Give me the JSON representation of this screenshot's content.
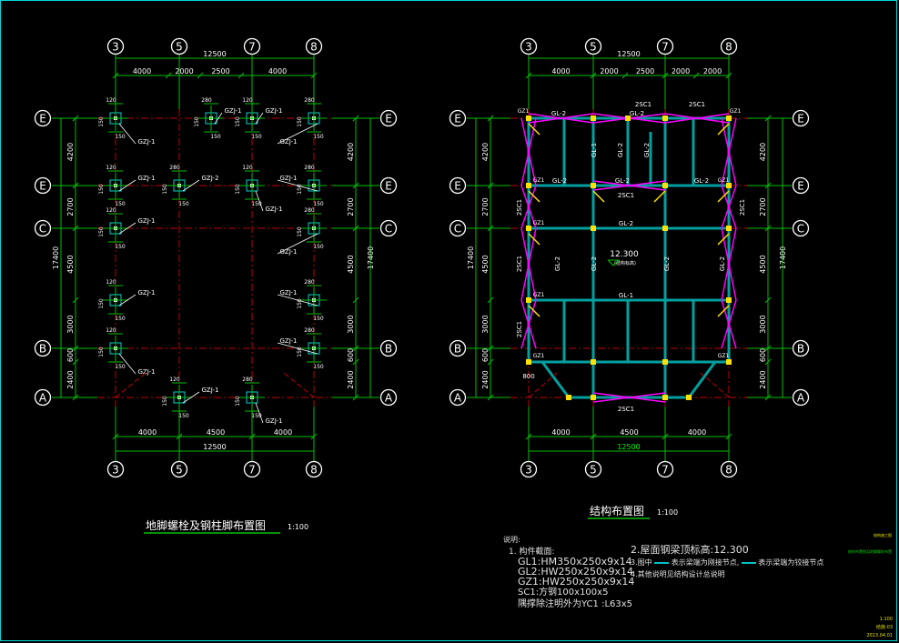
{
  "colors": {
    "grid": "#00c000",
    "axis": "#c00000",
    "bubble": "#ffffff",
    "text": "#ffffff",
    "steel": "#00a0a0",
    "brace": "#ff00ff",
    "node": "#ffe000",
    "title": "#ffffff",
    "titleUnderline": "#00c000"
  },
  "left_plan": {
    "title": "地脚螺栓及钢柱脚布置图",
    "scale": "1:100",
    "top_axes": [
      "3",
      "5",
      "7",
      "8"
    ],
    "bottom_axes": [
      "3",
      "5",
      "7",
      "8"
    ],
    "left_axes": [
      "E",
      "E",
      "C",
      "B",
      "A"
    ],
    "right_axes": [
      "E",
      "E",
      "C",
      "B",
      "A"
    ],
    "top_total": "12500",
    "top_dims": [
      "4000",
      "2000",
      "2500",
      "4000"
    ],
    "bottom_dims": [
      "4000",
      "4500",
      "4000"
    ],
    "bottom_total": "12500",
    "left_dims": [
      "4200",
      "2700",
      "4500",
      "3000",
      "600",
      "2400"
    ],
    "left_total": "17400",
    "right_dims": [
      "4200",
      "2700",
      "4500",
      "3000",
      "600",
      "2400"
    ],
    "right_total": "17400",
    "footing_labels": [
      "GZJ-1",
      "GZJ-1",
      "GZJ-1",
      "GZJ-1",
      "GZJ-1",
      "GZJ-2",
      "GZJ-1",
      "GZJ-1",
      "GZJ-1",
      "GZJ-1",
      "GZJ-1",
      "GZJ-1",
      "GZJ-1",
      "GZJ-1",
      "GZJ-1",
      "GZJ-1"
    ],
    "small_dims": [
      "120",
      "280",
      "150",
      "150",
      "150",
      "120",
      "200",
      "200",
      "280"
    ]
  },
  "right_plan": {
    "title": "结构布置图",
    "scale": "1:100",
    "top_axes": [
      "3",
      "5",
      "7",
      "8"
    ],
    "bottom_axes": [
      "3",
      "5",
      "7",
      "8"
    ],
    "left_axes": [
      "E",
      "E",
      "C",
      "B",
      "A"
    ],
    "right_axes": [
      "E",
      "E",
      "C",
      "B",
      "A"
    ],
    "top_total": "12500",
    "top_dims": [
      "4000",
      "2000",
      "2500",
      "2000",
      "2000"
    ],
    "bottom_dims": [
      "4000",
      "4500",
      "4000"
    ],
    "bottom_total": "12500",
    "left_dims": [
      "4200",
      "2700",
      "4500",
      "3000",
      "600",
      "2400"
    ],
    "left_total": "17400",
    "right_dims": [
      "4200",
      "2700",
      "4500",
      "3000",
      "600",
      "2400"
    ],
    "right_total": "17400",
    "member_labels": [
      "GL-2",
      "GL-2",
      "GL-2",
      "GL-2",
      "GL-2",
      "GL-2",
      "GL-1",
      "GL-1",
      "GL-2",
      "GL-2",
      "GL-2",
      "GL-2",
      "GL-2",
      "GL-2"
    ],
    "brace_labels": [
      "2SC1",
      "2SC1",
      "2SC1",
      "2SC1",
      "2SC1",
      "2SC1",
      "2SC1",
      "2SC1"
    ],
    "col_labels": [
      "GZ1",
      "GZ1",
      "GZ1",
      "GZ1",
      "GZ1",
      "GZ1",
      "GZ1",
      "GZ1"
    ],
    "elev_value": "12.300",
    "elev_note": "(结构标高)",
    "extra_dim": "800"
  },
  "notes": {
    "heading": "说明:",
    "item1": "1. 构件截面:",
    "gl1": "GL1:HM350x250x9x14",
    "gl2": "GL2:HW250x250x9x14",
    "gz1": "GZ1:HW250x250x9x14",
    "sc1": "SC1:方钢100x100x5",
    "yc1": "隅撑除注明外为YC1 :L63x5",
    "item2": "2.屋面钢梁顶标高:12.300",
    "item3a": "3.图中",
    "item3b": "表示梁端为刚接节点,",
    "item3c": "表示梁端为铰接节点",
    "item4": "4.其他说明见结构设计总说明"
  },
  "titleblock": {
    "line1": "结构施工图",
    "line2": "结构布置图及地脚螺栓布置",
    "line3": "1:100",
    "line4": "结施-03",
    "line5": "2013.04.01"
  }
}
